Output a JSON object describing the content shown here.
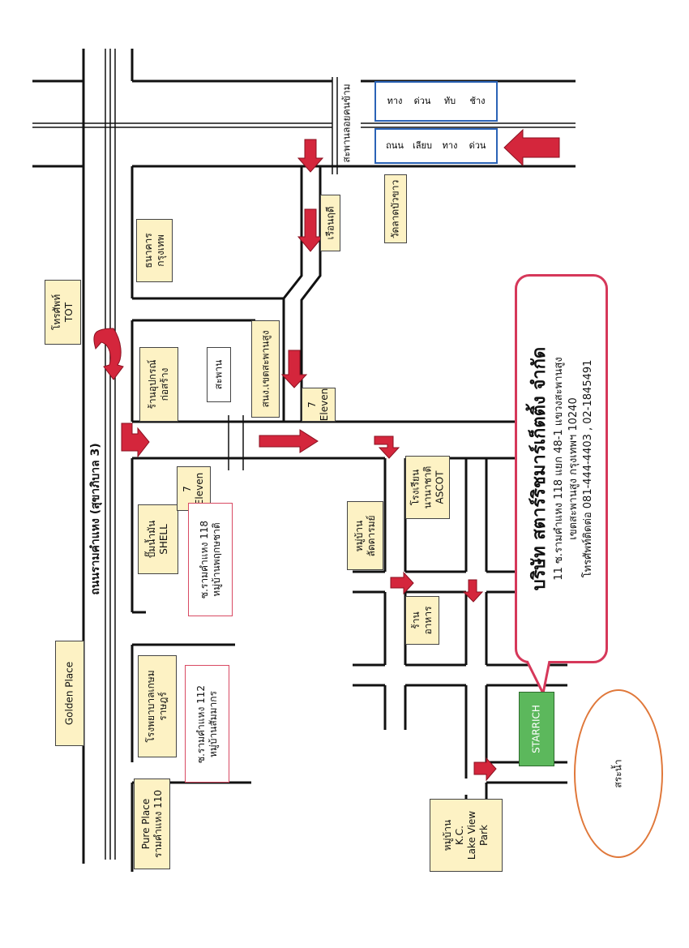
{
  "roads": {
    "main_road": "ถนนรามคำแหง (สุขาภิบาล 3)",
    "expressway_label": "สะพานลอยคนข้าม"
  },
  "places": {
    "tot": "โทรศัพท์\nTOT",
    "golden_place": "Golden Place",
    "pure_place": "Pure Place\nรามคำแหง 110",
    "bank": "ธนาคาร\nกรุงเทพ",
    "hardware_store": "ร้านอุปกรณ์\nก่อสร้าง",
    "shell": "ปั๊มน้ำมัน\nSHELL",
    "seven_eleven_a": "7\nEleven",
    "seven_eleven_b": "7\nEleven",
    "hospital": "โรงพยาบาลเกษม\nราษฎร์",
    "bridge": "สะพาน",
    "district_office": "สนง.เขตสะพานสูง",
    "pier": "เรือนฤดี",
    "temple": "วัดลาดบัวขาว",
    "ascot_school": "โรงเรียน\nนานาชาติ\nASCOT",
    "village_ladawan": "หมู่บ้าน\nลัดดารมย์",
    "restaurant": "ร้าน\nอาหาร",
    "kc_lake_view": "หมู่บ้าน\nK.C.\nLake View\nPark",
    "starrich": "STARRICH",
    "pond": "สระน้ำ"
  },
  "callouts": {
    "soi_118": "ซ.รามคำแหง 118\nหมู่บ้านพฤกษชาติ",
    "soi_112": "ซ.รามคำแหง 112\nหมู่บ้านสัมมากร"
  },
  "blue_boxes": {
    "box1": [
      "ทาง",
      "ด่วน",
      "ทับ",
      "ช้าง"
    ],
    "box2": [
      "ถนน",
      "เลียบ",
      "ทาง",
      "ด่วน"
    ]
  },
  "company": {
    "name": "บริษัท สตาร์ริชมาร์เก็ตติ้ง จำกัด",
    "address1": "11  ซ.รามคำแหง 118  แยก 48-1 แขวงสะพานสูง",
    "address2": "เขตสะพานสูง กรุงเทพฯ 10240",
    "phone": "โทรศัพท์ติดต่อ 081-444-4403 , 02-1845491"
  },
  "colors": {
    "arrow": "#d4263c",
    "label_bg": "#fdf2c4",
    "callout_border": "#d94a63",
    "starrich_bg": "#5cb85c"
  }
}
